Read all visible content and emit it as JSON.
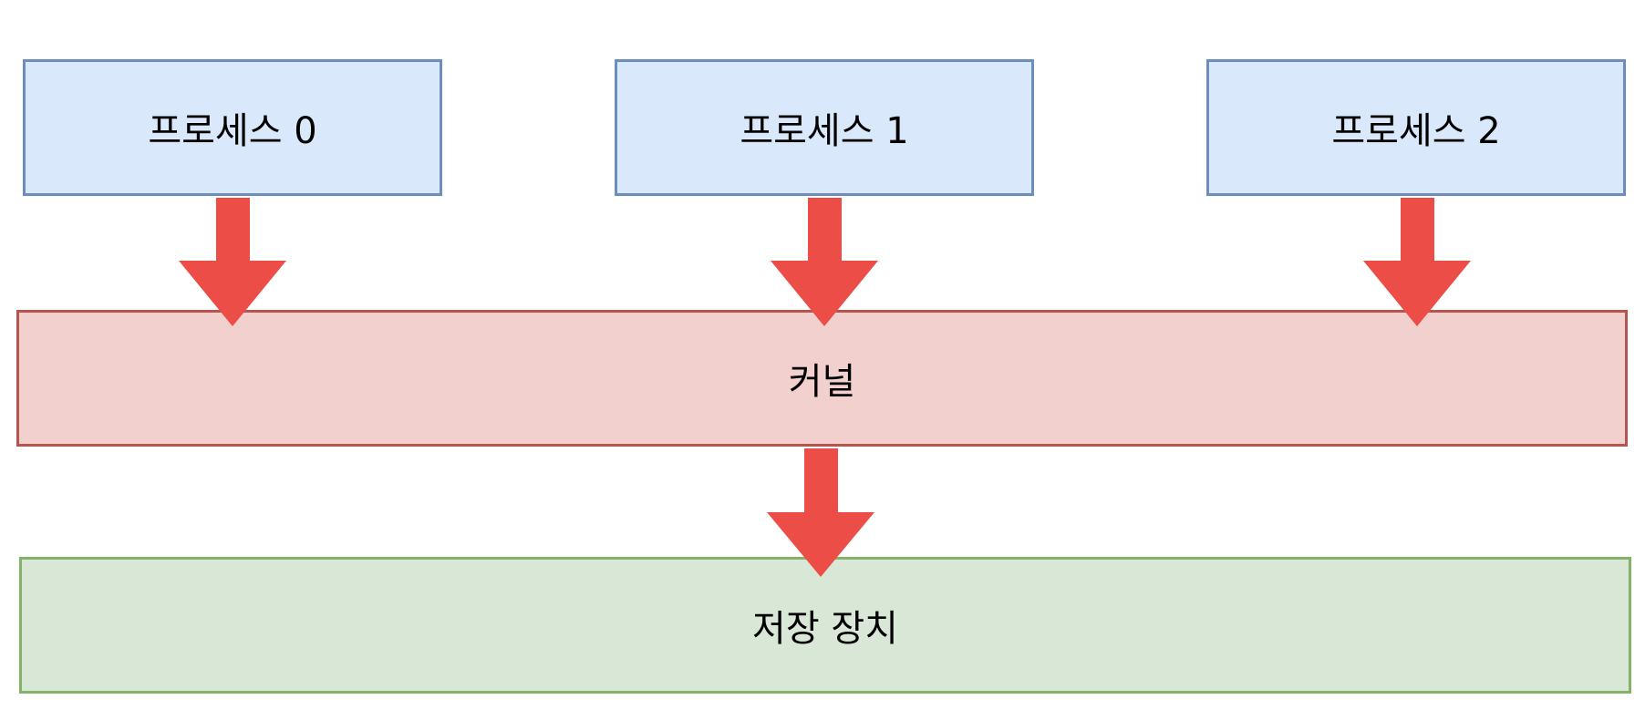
{
  "colors": {
    "process_fill": "#dae8fc",
    "process_stroke": "#6c8ebf",
    "kernel_fill": "#f2d0cd",
    "kernel_stroke": "#b85450",
    "storage_fill": "#d9e7d6",
    "storage_stroke": "#82b366",
    "arrow_fill": "#ec4d46"
  },
  "processes": [
    {
      "label": "프로세스 0"
    },
    {
      "label": "프로세스 1"
    },
    {
      "label": "프로세스 2"
    }
  ],
  "kernel": {
    "label": "커널"
  },
  "storage": {
    "label": "저장 장치"
  }
}
